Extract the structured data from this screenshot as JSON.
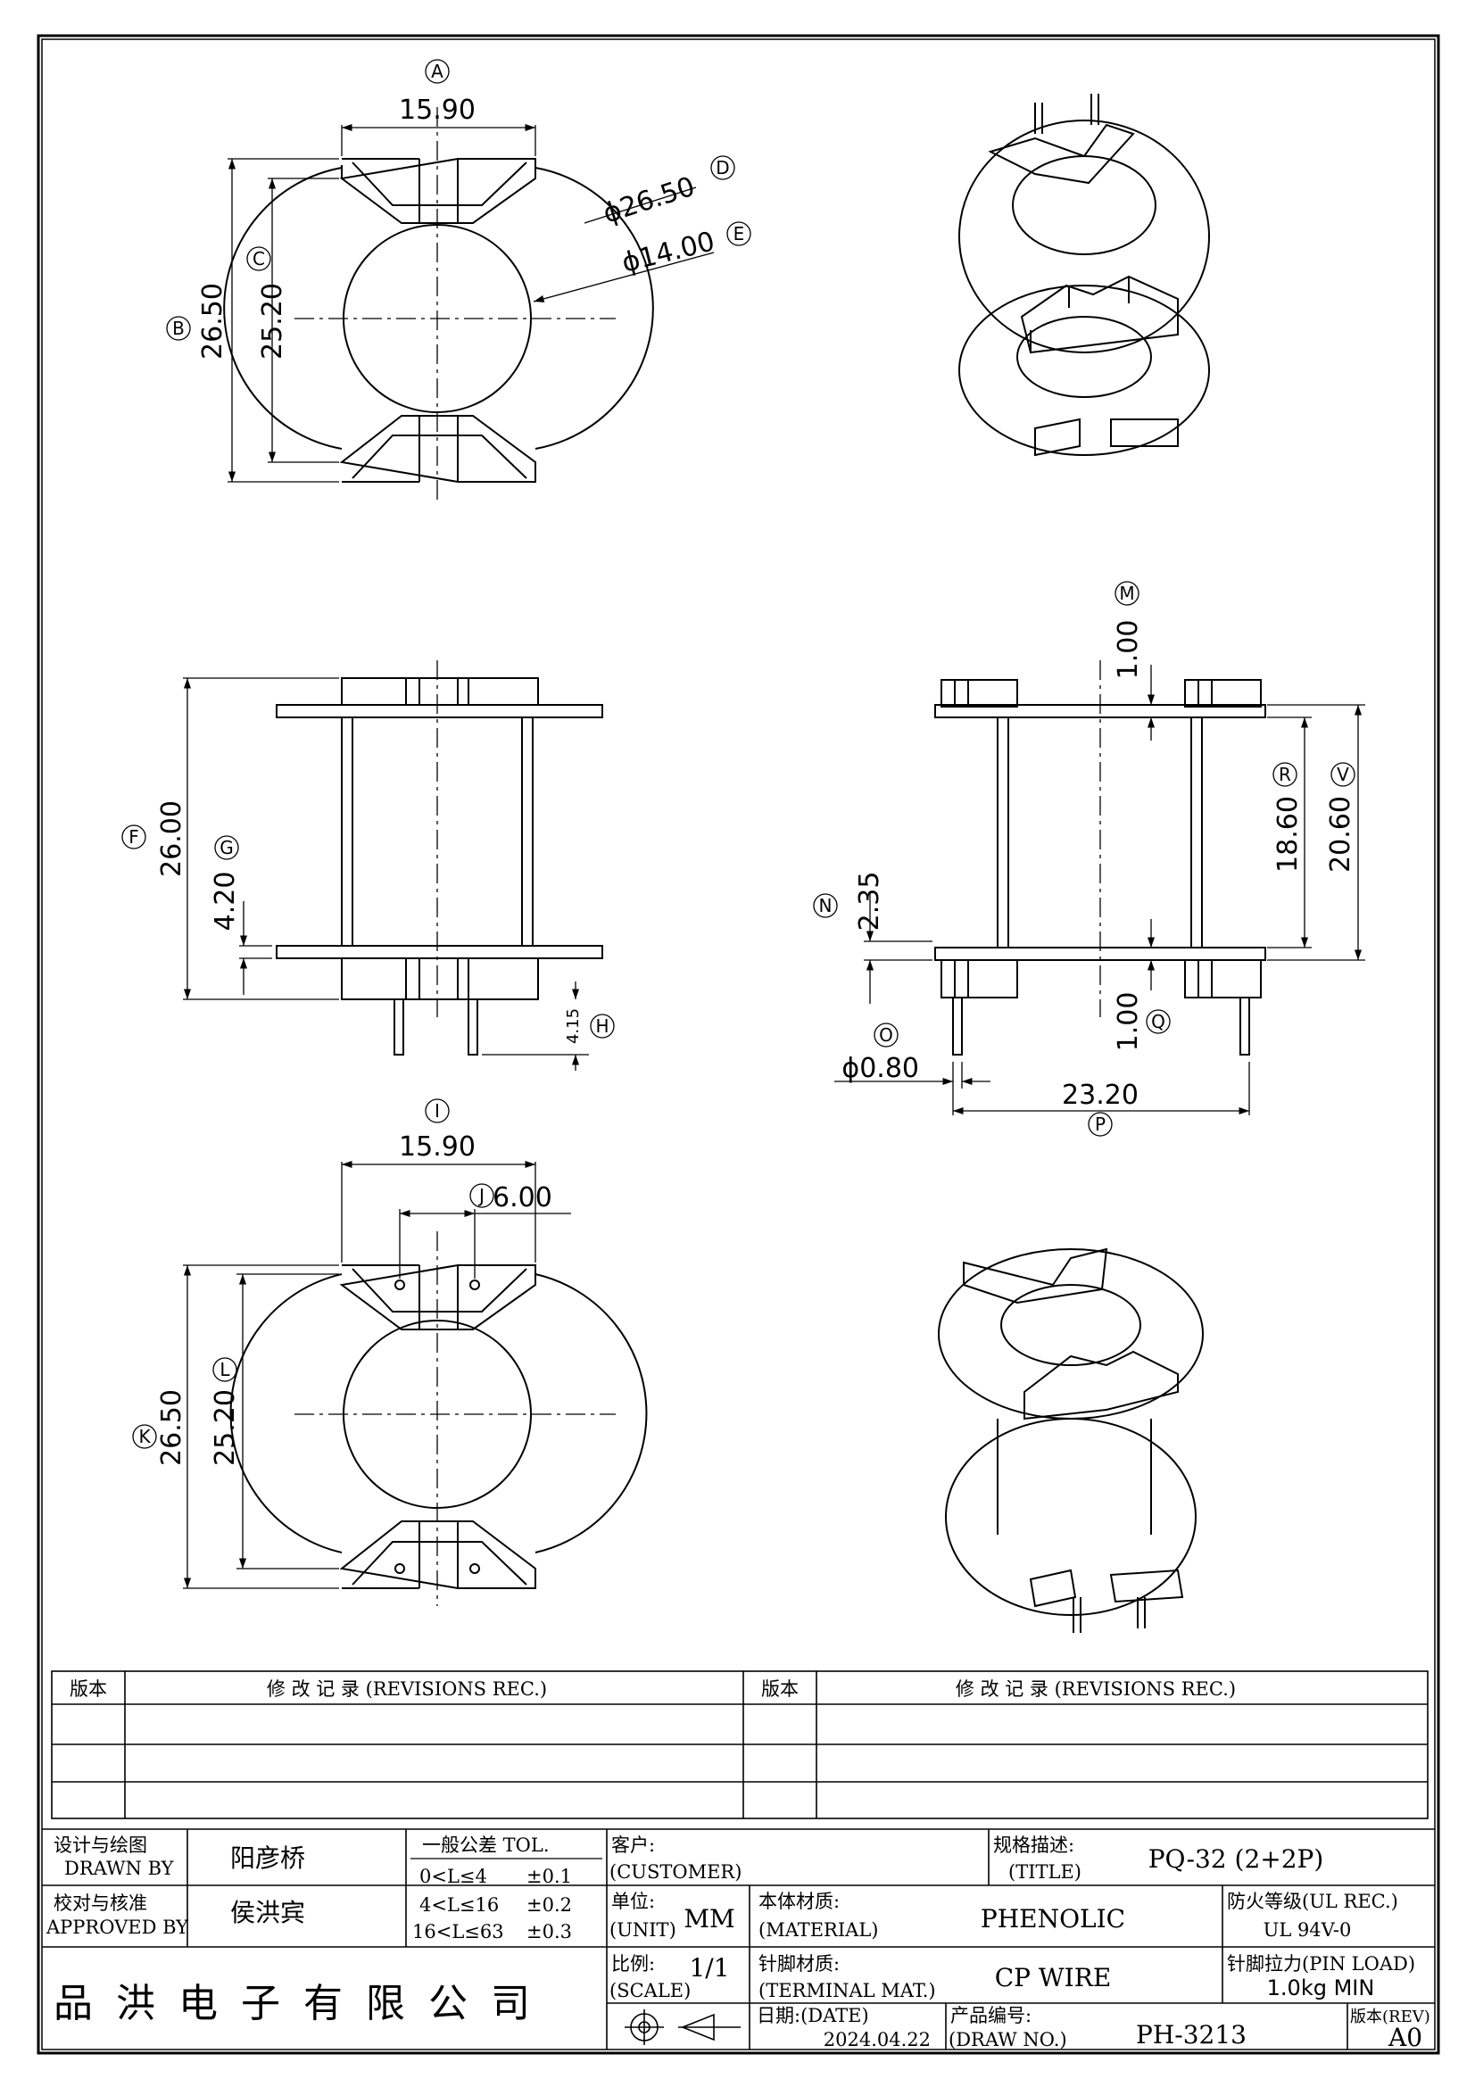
{
  "drawing": {
    "dimensions": {
      "top_width": "15.90",
      "top_height": "26.50",
      "top_inner_height": "25.20",
      "flange_dia": "ϕ26.50",
      "core_dia": "ϕ14.00",
      "side_height": "26.00",
      "flange_gap": "4.20",
      "pin_len": "4.15",
      "flange_thk_top": "1.00",
      "inner_span": "18.60",
      "outer_span": "20.60",
      "flange_offset": "2.35",
      "flange_thk_bottom": "1.00",
      "pin_dia": "ϕ0.80",
      "pin_pitch": "23.20",
      "bottom_width": "15.90",
      "pin_spacing": "6.00",
      "bottom_height": "26.50",
      "bottom_inner_height": "25.20"
    },
    "bubbles": [
      "A",
      "B",
      "C",
      "D",
      "E",
      "F",
      "G",
      "H",
      "I",
      "J",
      "K",
      "L",
      "M",
      "N",
      "O",
      "P",
      "Q",
      "R",
      "V"
    ]
  },
  "revisions": {
    "col_ver": "版本",
    "col_rec": "修 改 记 录  (REVISIONS REC.)"
  },
  "title_block": {
    "designer_label_cn": "设计与绘图",
    "designer_label_en": "DRAWN BY",
    "designer": "阳彦桥",
    "approver_label_cn": "校对与核准",
    "approver_label_en": "APPROVED BY",
    "approver": "侯洪宾",
    "tol_label": "一般公差 TOL.",
    "tol_rows": [
      {
        "range": "0<L≤4",
        "tol": "±0.1"
      },
      {
        "range": "4<L≤16",
        "tol": "±0.2"
      },
      {
        "range": "16<L≤63",
        "tol": "±0.3"
      }
    ],
    "customer_label": "客户:",
    "customer_label_en": "(CUSTOMER)",
    "title_label": "规格描述:",
    "title_label_en": "(TITLE)",
    "title": "PQ-32 (2+2P)",
    "unit_label": "单位:",
    "unit_label_en": "(UNIT)",
    "unit": "MM",
    "material_label": "本体材质:",
    "material_label_en": "(MATERIAL)",
    "material": "PHENOLIC",
    "fire_label": "防火等级(UL REC.)",
    "fire": "UL 94V-0",
    "scale_label": "比例:",
    "scale_label_en": "(SCALE)",
    "scale": "1/1",
    "terminal_label": "针脚材质:",
    "terminal_label_en": "(TERMINAL MAT.)",
    "terminal": "CP WIRE",
    "pinload_label": "针脚拉力(PIN LOAD)",
    "pinload": "1.0kg MIN",
    "date_label": "日期:(DATE)",
    "date": "2024.04.22",
    "drawno_label": "产品编号:",
    "drawno_label_en": "(DRAW NO.)",
    "drawno": "PH-3213",
    "rev_label": "版本(REV)",
    "rev": "A0",
    "company": "品洪电子有限公司"
  }
}
